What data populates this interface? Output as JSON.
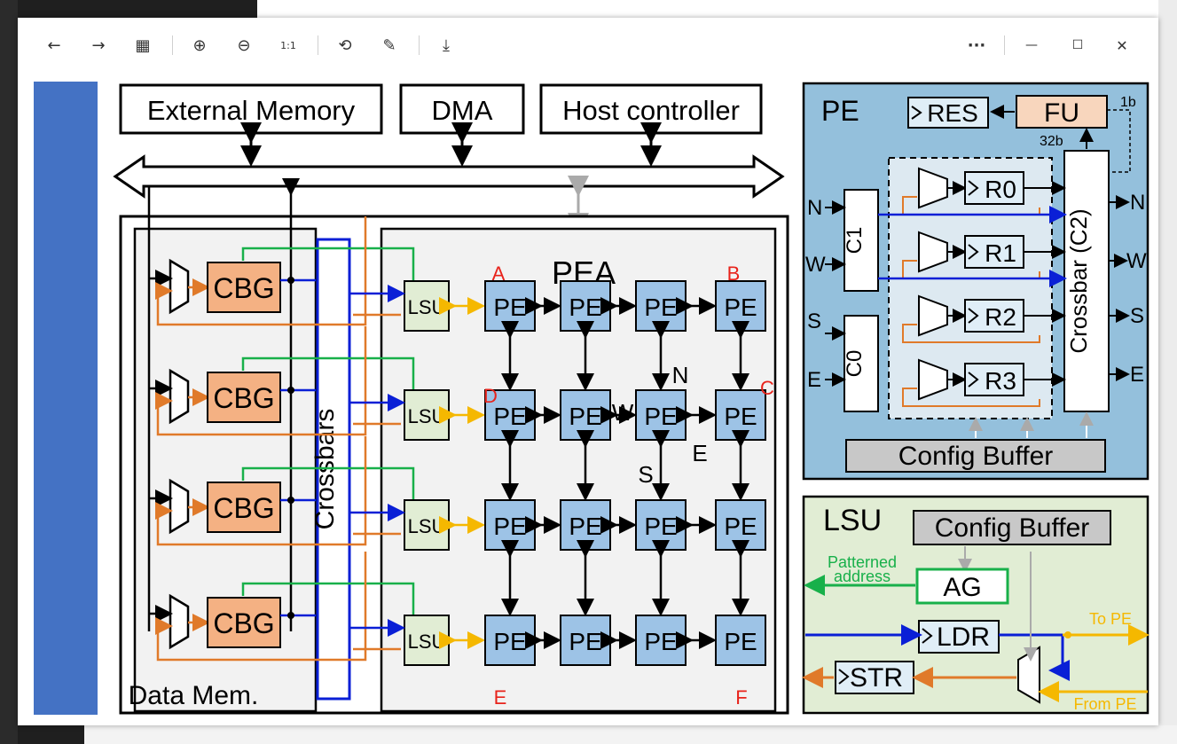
{
  "toolbar": {
    "back": "←",
    "forward": "→",
    "gallery": "▦",
    "zoom_in": "⊕",
    "zoom_out": "⊖",
    "actual_size": "1:1",
    "rotate": "⟲",
    "edit": "✎",
    "save": "⤓",
    "more": "···",
    "minimize": "—",
    "maximize": "☐",
    "close": "✕"
  },
  "diagram": {
    "top": {
      "external_memory": "External Memory",
      "dma": "DMA",
      "host": "Host controller"
    },
    "data_mem": "Data Mem.",
    "cbg": "CBG",
    "crossbars": "Crossbars",
    "lsu": "LSU",
    "pea": "PEA",
    "pe": "PE",
    "dirs": {
      "n": "N",
      "w": "W",
      "s": "S",
      "e": "E"
    },
    "red_labels": {
      "a": "A",
      "b": "B",
      "c": "C",
      "d": "D",
      "e": "E",
      "f": "F"
    },
    "pe_detail": {
      "title": "PE",
      "res": "RES",
      "fu": "FU",
      "b1": "1b",
      "b32": "32b",
      "c1": "C1",
      "c0": "C0",
      "r0": "R0",
      "r1": "R1",
      "r2": "R2",
      "r3": "R3",
      "crossbar": "Crossbar (C2)",
      "config": "Config Buffer"
    },
    "lsu_detail": {
      "title": "LSU",
      "config": "Config Buffer",
      "patterned": "Patterned",
      "address": "address",
      "ag": "AG",
      "ldr": "LDR",
      "str": "STR",
      "to_pe": "To PE",
      "from_pe": "From PE"
    }
  }
}
